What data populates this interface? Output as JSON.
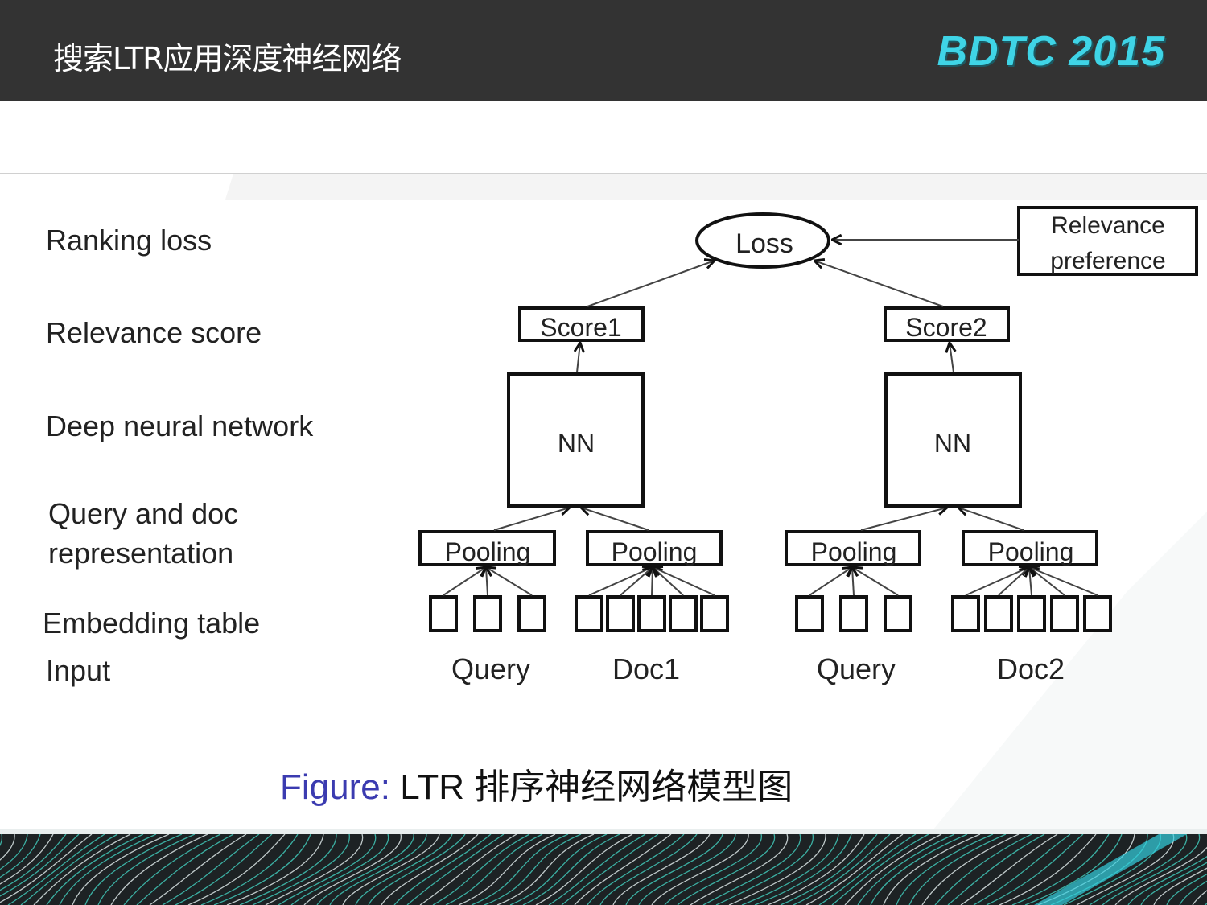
{
  "header": {
    "title": "搜索LTR应用深度神经网络",
    "brand": "BDTC 2015",
    "brand_color": "#3fd4e6"
  },
  "layer_labels": [
    "Ranking loss",
    "Relevance score",
    "Deep neural network",
    "Query and doc",
    "representation",
    "Embedding table",
    "Input"
  ],
  "diagram": {
    "loss": "Loss",
    "relevance_preference": [
      "Relevance",
      "preference"
    ],
    "scores": [
      "Score1",
      "Score2"
    ],
    "nn": [
      "NN",
      "NN"
    ],
    "pooling": [
      "Pooling",
      "Pooling",
      "Pooling",
      "Pooling"
    ],
    "inputs": [
      "Query",
      "Doc1",
      "Query",
      "Doc2"
    ],
    "embedding_counts": [
      3,
      5,
      3,
      5
    ]
  },
  "caption": {
    "prefix": "Figure:",
    "text": "LTR 排序神经网络模型图",
    "prefix_color": "#3b3bb0"
  }
}
